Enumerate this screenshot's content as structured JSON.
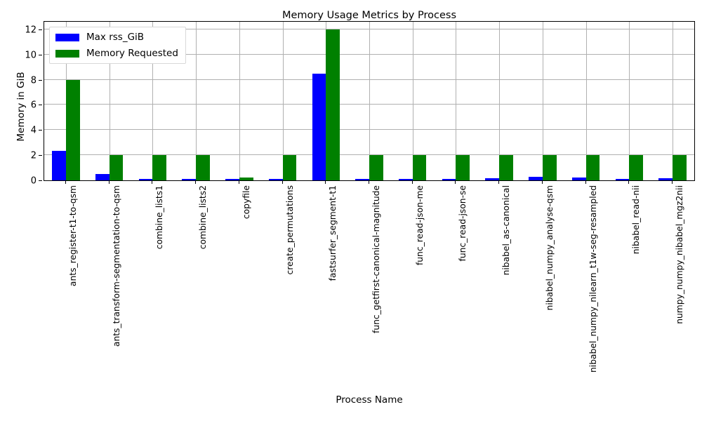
{
  "chart_data": {
    "type": "bar",
    "title": "Memory Usage Metrics by Process",
    "xlabel": "Process Name",
    "ylabel": "Memory in GiB",
    "ylim": [
      0,
      12.6
    ],
    "yticks": [
      0,
      2,
      4,
      6,
      8,
      10,
      12
    ],
    "ytick_labels": [
      "0",
      "2",
      "4",
      "6",
      "8",
      "10",
      "12"
    ],
    "grid": true,
    "legend_position": "upper left",
    "categories": [
      "ants_register-t1-to-qsm",
      "ants_transform-segmentation-to-qsm",
      "combine_lists1",
      "combine_lists2",
      "copyfile",
      "create_permutations",
      "fastsurfer_segment-t1",
      "func_getfirst-canonical-magnitude",
      "func_read-json-me",
      "func_read-json-se",
      "nibabel_as-canonical",
      "nibabel_numpy_analyse-qsm",
      "nibabel_numpy_nilearn_t1w-seg-resampled",
      "nibabel_read-nii",
      "numpy_numpy_nibabel_mgz2nii"
    ],
    "series": [
      {
        "name": "Max rss_GiB",
        "color": "#0000ff",
        "values": [
          2.35,
          0.5,
          0.1,
          0.1,
          0.1,
          0.1,
          8.5,
          0.1,
          0.1,
          0.1,
          0.15,
          0.27,
          0.22,
          0.1,
          0.15
        ]
      },
      {
        "name": "Memory Requested",
        "color": "#008000",
        "values": [
          8.0,
          2.0,
          2.0,
          2.0,
          0.2,
          2.0,
          12.0,
          2.0,
          2.0,
          2.0,
          2.0,
          2.0,
          2.0,
          2.0,
          2.0
        ]
      }
    ]
  }
}
